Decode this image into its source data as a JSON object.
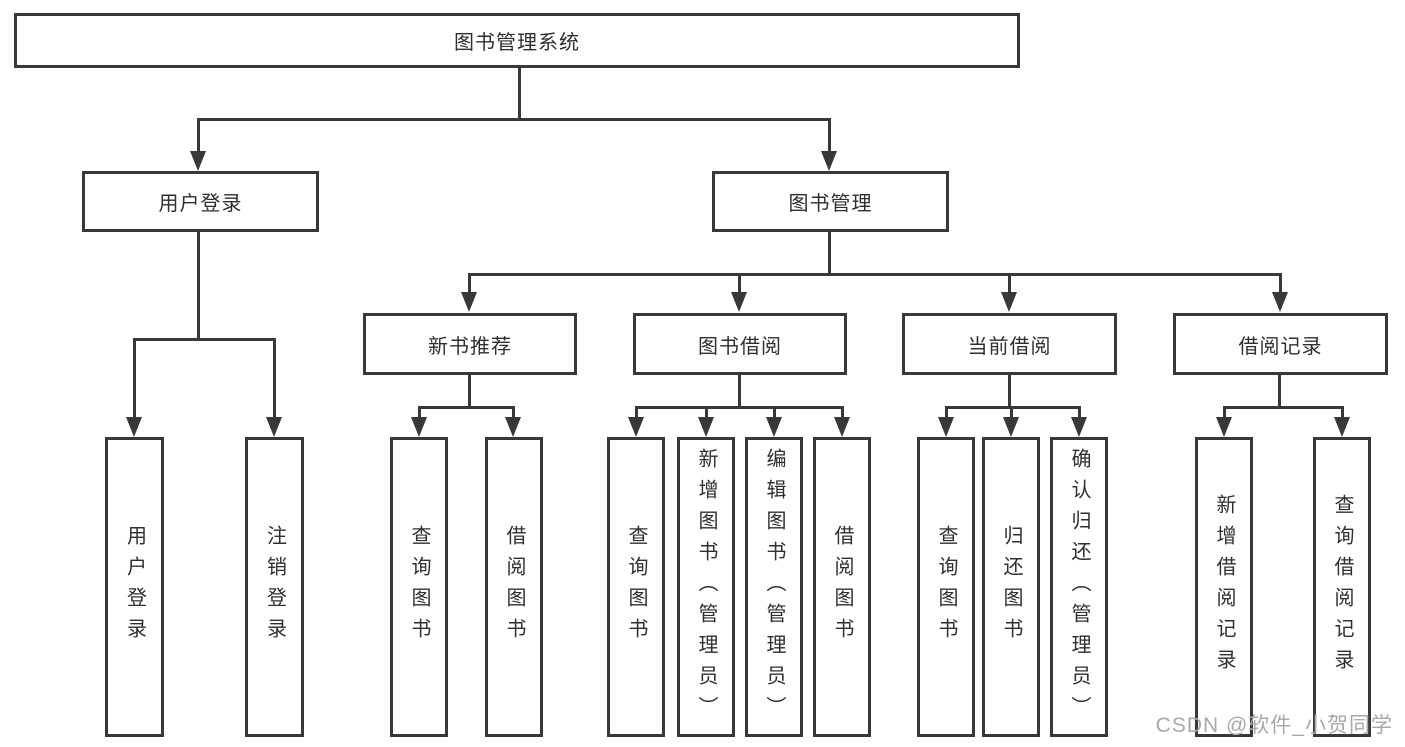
{
  "tree": {
    "root": {
      "label": "图书管理系统"
    },
    "branches": [
      {
        "label": "用户登录",
        "children": [
          {
            "label": "用户登录"
          },
          {
            "label": "注销登录"
          }
        ]
      },
      {
        "label": "图书管理",
        "children": [
          {
            "label": "新书推荐",
            "children": [
              {
                "label": "查询图书"
              },
              {
                "label": "借阅图书"
              }
            ]
          },
          {
            "label": "图书借阅",
            "children": [
              {
                "label": "查询图书"
              },
              {
                "label": "新增图书（管理员）"
              },
              {
                "label": "编辑图书（管理员）"
              },
              {
                "label": "借阅图书"
              }
            ]
          },
          {
            "label": "当前借阅",
            "children": [
              {
                "label": "查询图书"
              },
              {
                "label": "归还图书"
              },
              {
                "label": "确认归还（管理员）"
              }
            ]
          },
          {
            "label": "借阅记录",
            "children": [
              {
                "label": "新增借阅记录"
              },
              {
                "label": "查询借阅记录"
              }
            ]
          }
        ]
      }
    ]
  },
  "watermark": "CSDN @软件_小贺同学",
  "colors": {
    "line": "#383838",
    "text": "#2f2f2f",
    "background": "#ffffff",
    "watermark": "#a9a9a9"
  }
}
